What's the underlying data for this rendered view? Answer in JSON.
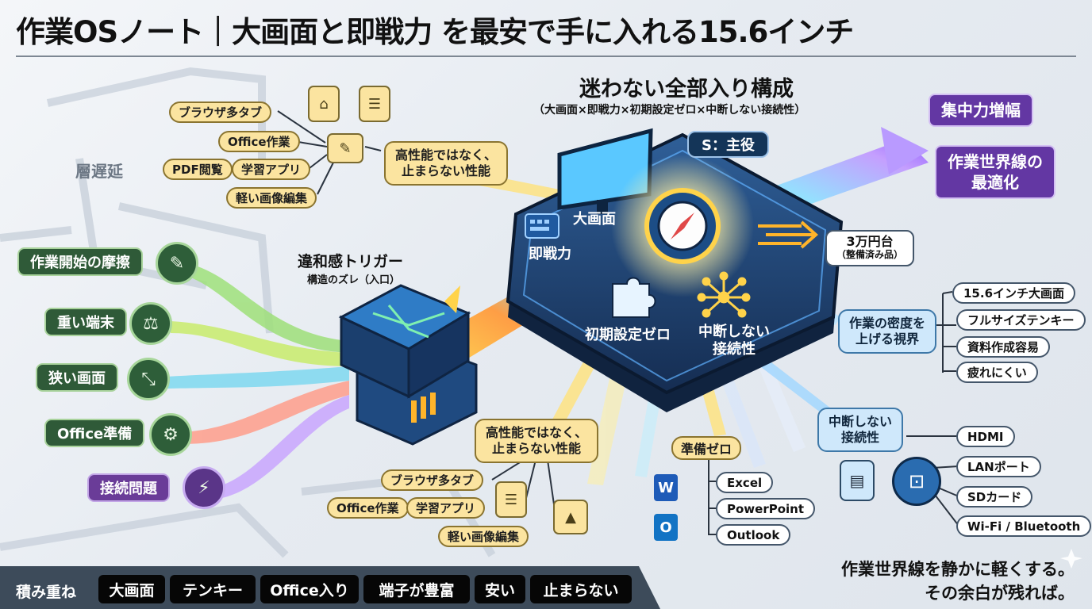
{
  "title": "作業OSノート｜大画面と即戦力 を最安で手に入れる15.6インチ",
  "center": {
    "heading": "迷わない全部入り構成",
    "subheading": "（大画面×即戦力×初期設定ゼロ×中断しない接続性）",
    "s_badge": "S：主役",
    "big_screen": "大画面",
    "ready": "即戦力",
    "zero_setup": "初期設定ゼロ",
    "continuous": "中断しない\n接続性"
  },
  "left_background_label": "層遅延",
  "trigger": {
    "title": "違和感トリガー",
    "sub": "構造のズレ（入口）"
  },
  "pain_points": [
    {
      "label": "作業開始の摩擦",
      "icon": "eraser-icon",
      "glyph": "✎"
    },
    {
      "label": "重い端末",
      "icon": "weight-icon",
      "glyph": "⚖"
    },
    {
      "label": "狭い画面",
      "icon": "small-screen-icon",
      "glyph": "⤡"
    },
    {
      "label": "Office準備",
      "icon": "office-gear-icon",
      "glyph": "⚙"
    },
    {
      "label": "接続問題",
      "icon": "cable-icon",
      "glyph": "⚡"
    }
  ],
  "performance_top": {
    "box": "高性能ではなく、\n止まらない性能",
    "tasks": [
      "ブラウザ多タブ",
      "Office作業",
      "PDF閲覧",
      "学習アプリ",
      "軽い画像編集"
    ]
  },
  "performance_bottom": {
    "box": "高性能ではなく、\n止まらない性能",
    "tasks": [
      "ブラウザ多タブ",
      "Office作業",
      "学習アプリ",
      "軽い画像編集"
    ]
  },
  "price": {
    "main": "3万円台",
    "sub": "（整備済み品）"
  },
  "outputs": [
    "集中力増幅",
    "作業世界線の\n最適化"
  ],
  "density": {
    "box": "作業の密度を\n上げる視界",
    "items": [
      "15.6インチ大画面",
      "フルサイズテンキー",
      "資料作成容易",
      "疲れにくい"
    ]
  },
  "zero_ready": {
    "box": "準備ゼロ",
    "apps": [
      "Excel",
      "PowerPoint",
      "Outlook"
    ]
  },
  "connectivity": {
    "box": "中断しない\n接続性",
    "ports": [
      "HDMI",
      "LANポート",
      "SDカード",
      "Wi-Fi / Bluetooth"
    ]
  },
  "bottom_bar": {
    "label": "積み重ね",
    "chips": [
      "大画面",
      "テンキー",
      "Office入り",
      "端子が豊富",
      "安い",
      "止まらない"
    ]
  },
  "closing": [
    "作業世界線を静かに軽くする。",
    "その余白が残れば。"
  ],
  "colors": {
    "accent_purple": "#6337a3",
    "navy": "#143558",
    "green": "#2f5a38",
    "yellow": "#fbe4a0",
    "light_blue": "#cfe8fb"
  }
}
